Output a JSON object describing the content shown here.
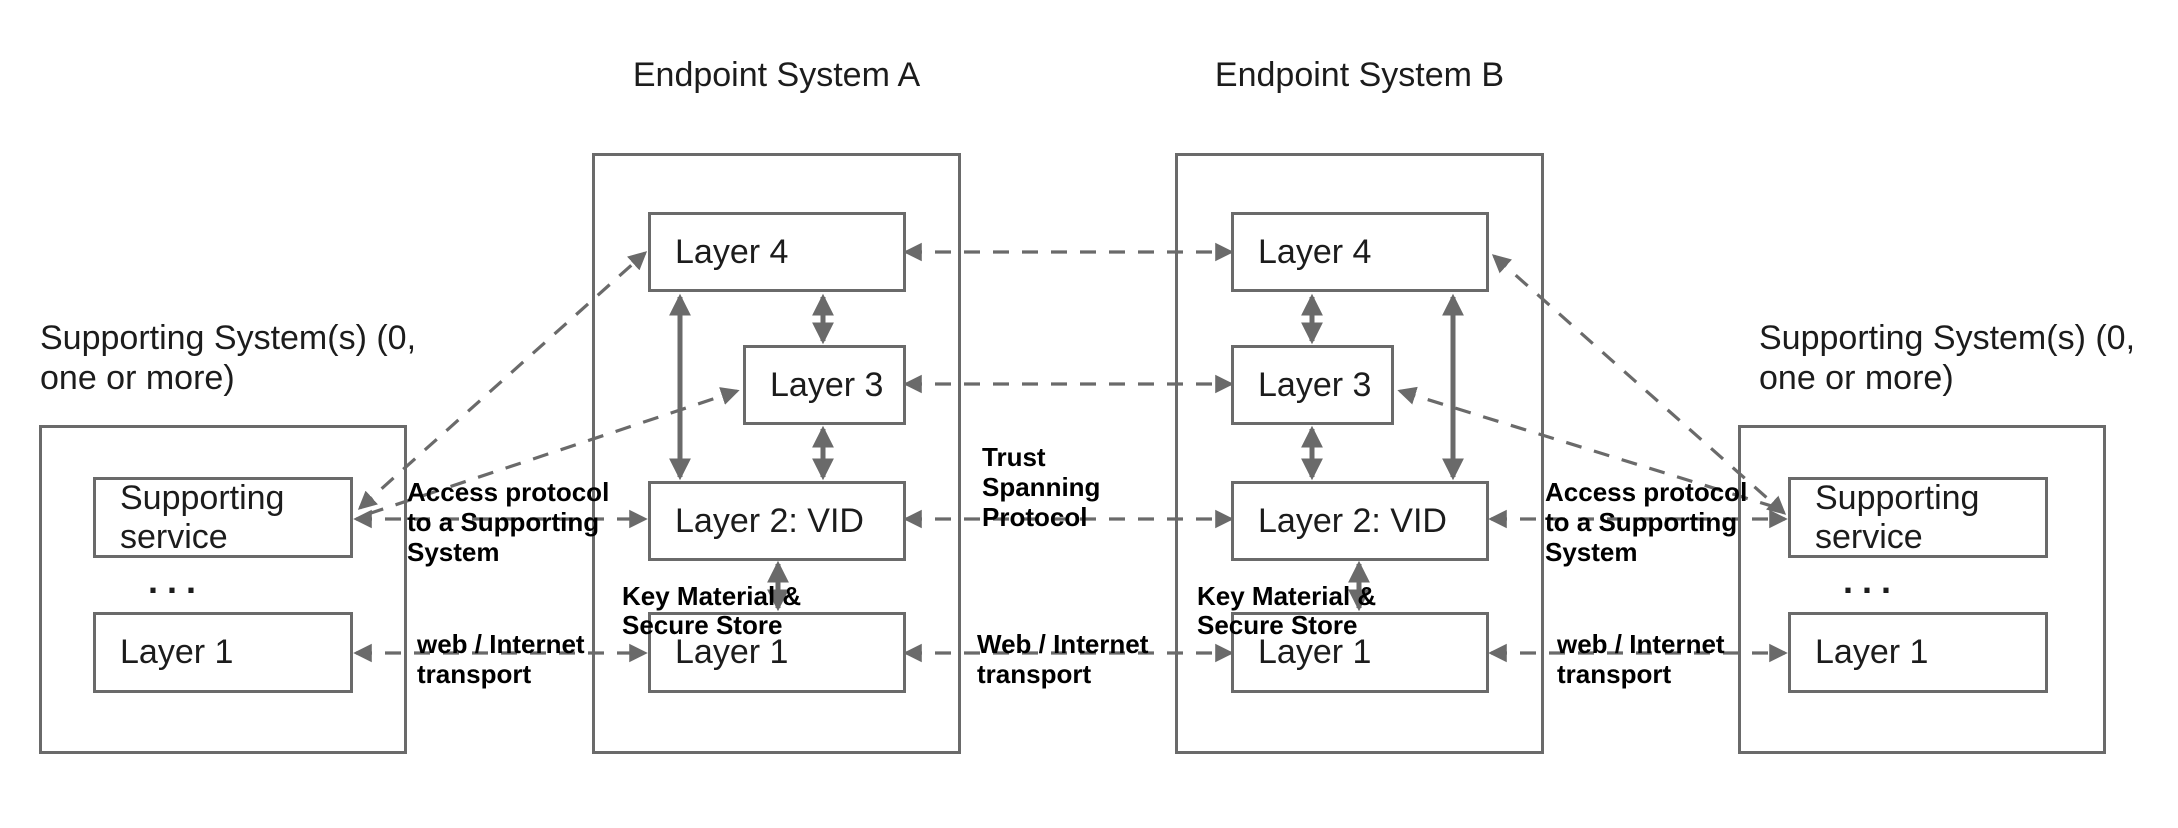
{
  "colors": {
    "line": "#6a6a6a",
    "border": "#6a6a6a",
    "text": "#1c1c1c",
    "annotation_text": "#000000",
    "background": "#ffffff"
  },
  "endpoint_a": {
    "title": "Endpoint System A",
    "layers": {
      "l4": "Layer 4",
      "l3": "Layer 3",
      "l2": "Layer 2: VID",
      "l1": "Layer 1"
    },
    "key_material": {
      "line1": "Key Material &",
      "line2": "Secure Store"
    }
  },
  "endpoint_b": {
    "title": "Endpoint System B",
    "layers": {
      "l4": "Layer 4",
      "l3": "Layer 3",
      "l2": "Layer 2: VID",
      "l1": "Layer 1"
    },
    "key_material": {
      "line1": "Key Material &",
      "line2": "Secure Store"
    }
  },
  "supporting_left": {
    "title": {
      "line1": "Supporting System(s) (0,",
      "line2": "one or more)"
    },
    "service": "Supporting service",
    "ellipsis": "...",
    "layer1": "Layer 1"
  },
  "supporting_right": {
    "title": {
      "line1": "Supporting System(s) (0,",
      "line2": "one or more)"
    },
    "service": "Supporting service",
    "ellipsis": "...",
    "layer1": "Layer 1"
  },
  "connections": {
    "trust_spanning": {
      "line1": "Trust",
      "line2": "Spanning",
      "line3": "Protocol"
    },
    "web_transport_center": {
      "line1": "Web / Internet",
      "line2": "transport"
    },
    "web_transport_left": {
      "line1": "web / Internet",
      "line2": "transport"
    },
    "web_transport_right": {
      "line1": "web / Internet",
      "line2": "transport"
    },
    "access_protocol_left": {
      "line1": "Access protocol",
      "line2": "to a Supporting",
      "line3": "System"
    },
    "access_protocol_right": {
      "line1": "Access protocol",
      "line2": "to a Supporting",
      "line3": "System"
    }
  }
}
